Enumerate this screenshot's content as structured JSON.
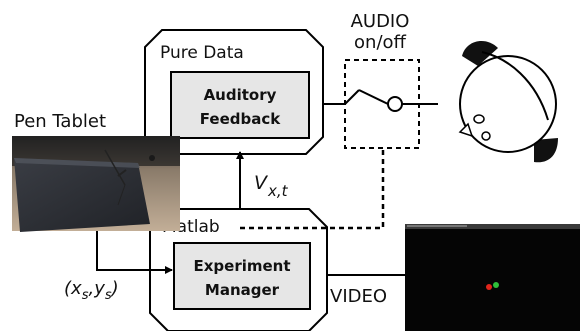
{
  "labels": {
    "audio_line1": "AUDIO",
    "audio_line2": "on/off",
    "pure_data": "Pure Data",
    "auditory_line1": "Auditory",
    "auditory_line2": "Feedback",
    "pen_tablet": "Pen Tablet",
    "velocity_main": "V",
    "velocity_sub": "x,t",
    "matlab": "Matlab",
    "experiment_line1": "Experiment",
    "experiment_line2": "Manager",
    "coords_open": "(",
    "coords_x": "x",
    "coords_x_sub": "s",
    "coords_comma": ",",
    "coords_y": "y",
    "coords_y_sub": "s",
    "coords_close": ")",
    "video": "VIDEO"
  },
  "icons": {
    "tablet_photo": "pen-tablet-photo",
    "head": "head-with-headphones-icon",
    "switch": "audio-switch-icon",
    "screen": "video-display-screen"
  },
  "colors": {
    "box_fill": "#e6e6e6",
    "stroke": "#000000",
    "screen_bg": "#050505",
    "dot_red": "#e0251b",
    "dot_green": "#2fbf3a"
  }
}
